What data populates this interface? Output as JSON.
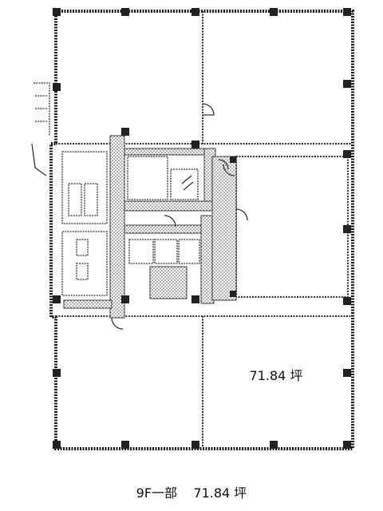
{
  "plan": {
    "area_label": "71.84 坪"
  },
  "caption": {
    "floor": "9F一部",
    "area": "71.84 坪"
  }
}
